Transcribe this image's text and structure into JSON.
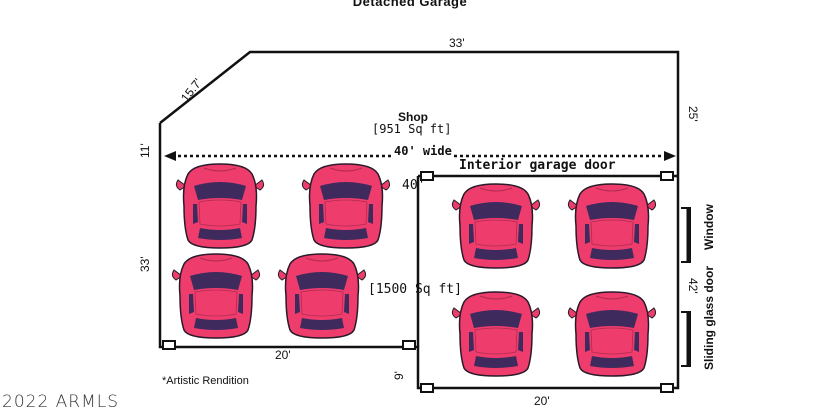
{
  "diagram": {
    "title": "Detached Garage",
    "dim_top": "33'",
    "dim_diagonal": "15.7'",
    "dim_right_upper": "25'",
    "dim_left_upper": "11'",
    "dim_left_lower": "33'",
    "dim_right_lower": "42'",
    "dim_bottom_left": "20'",
    "dim_bottom_right": "20'",
    "dim_small": "9'",
    "dim_inner": "40'",
    "shop_label": "Shop",
    "shop_area": "[951 Sq ft]",
    "width_label": "40' wide",
    "interior_door_label": "Interior garage door",
    "garage_area": "[1500 Sq ft]",
    "window_label": "Window",
    "sliding_door_label": "Sliding glass door",
    "note": "*Artistic Rendition",
    "watermark": "2022 ARMLS"
  },
  "colors": {
    "car_body": "#ee3d6d",
    "car_glass": "#3f2a5e",
    "wall": "#111111"
  },
  "cars": 8
}
